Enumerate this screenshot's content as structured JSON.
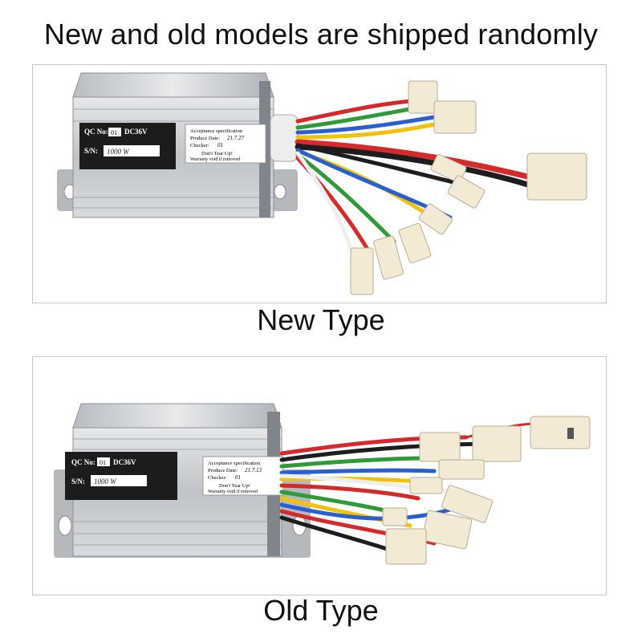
{
  "header": {
    "title": "New and old models are shipped randomly"
  },
  "panels": [
    {
      "caption": "New Type",
      "label": {
        "qc_prefix": "QC No:",
        "qc_value": "01",
        "voltage": "DC36V",
        "sn_prefix": "S/N:",
        "sn_value": "1000 W",
        "spec_title": "Acceptance specification",
        "produce_date_prefix": "Produce Date:",
        "produce_date_value": "21.7.27",
        "checker_prefix": "Checker:",
        "checker_value": "01",
        "warning_1": "Don't Tear Up!",
        "warning_2": "Warranty void if removed"
      }
    },
    {
      "caption": "Old Type",
      "label": {
        "qc_prefix": "QC No:",
        "qc_value": "01",
        "voltage": "DC36V",
        "sn_prefix": "S/N:",
        "sn_value": "1000 W",
        "spec_title": "Acceptance specification",
        "produce_date_prefix": "Produce Date:",
        "produce_date_value": "21.7.13",
        "checker_prefix": "Checker:",
        "checker_value": "01",
        "warning_1": "Don't Tear Up!",
        "warning_2": "Warranty void if removed"
      }
    }
  ],
  "colors": {
    "housing": "#c8ccd0",
    "housing_dark": "#9aa0a6",
    "connector": "#f3ead6",
    "wire_red": "#d42a2a",
    "wire_yellow": "#f2c20a",
    "wire_green": "#2e9a3a",
    "wire_blue": "#2a5fd0",
    "wire_black": "#1d1d1d",
    "wire_white": "#eeeeee"
  }
}
